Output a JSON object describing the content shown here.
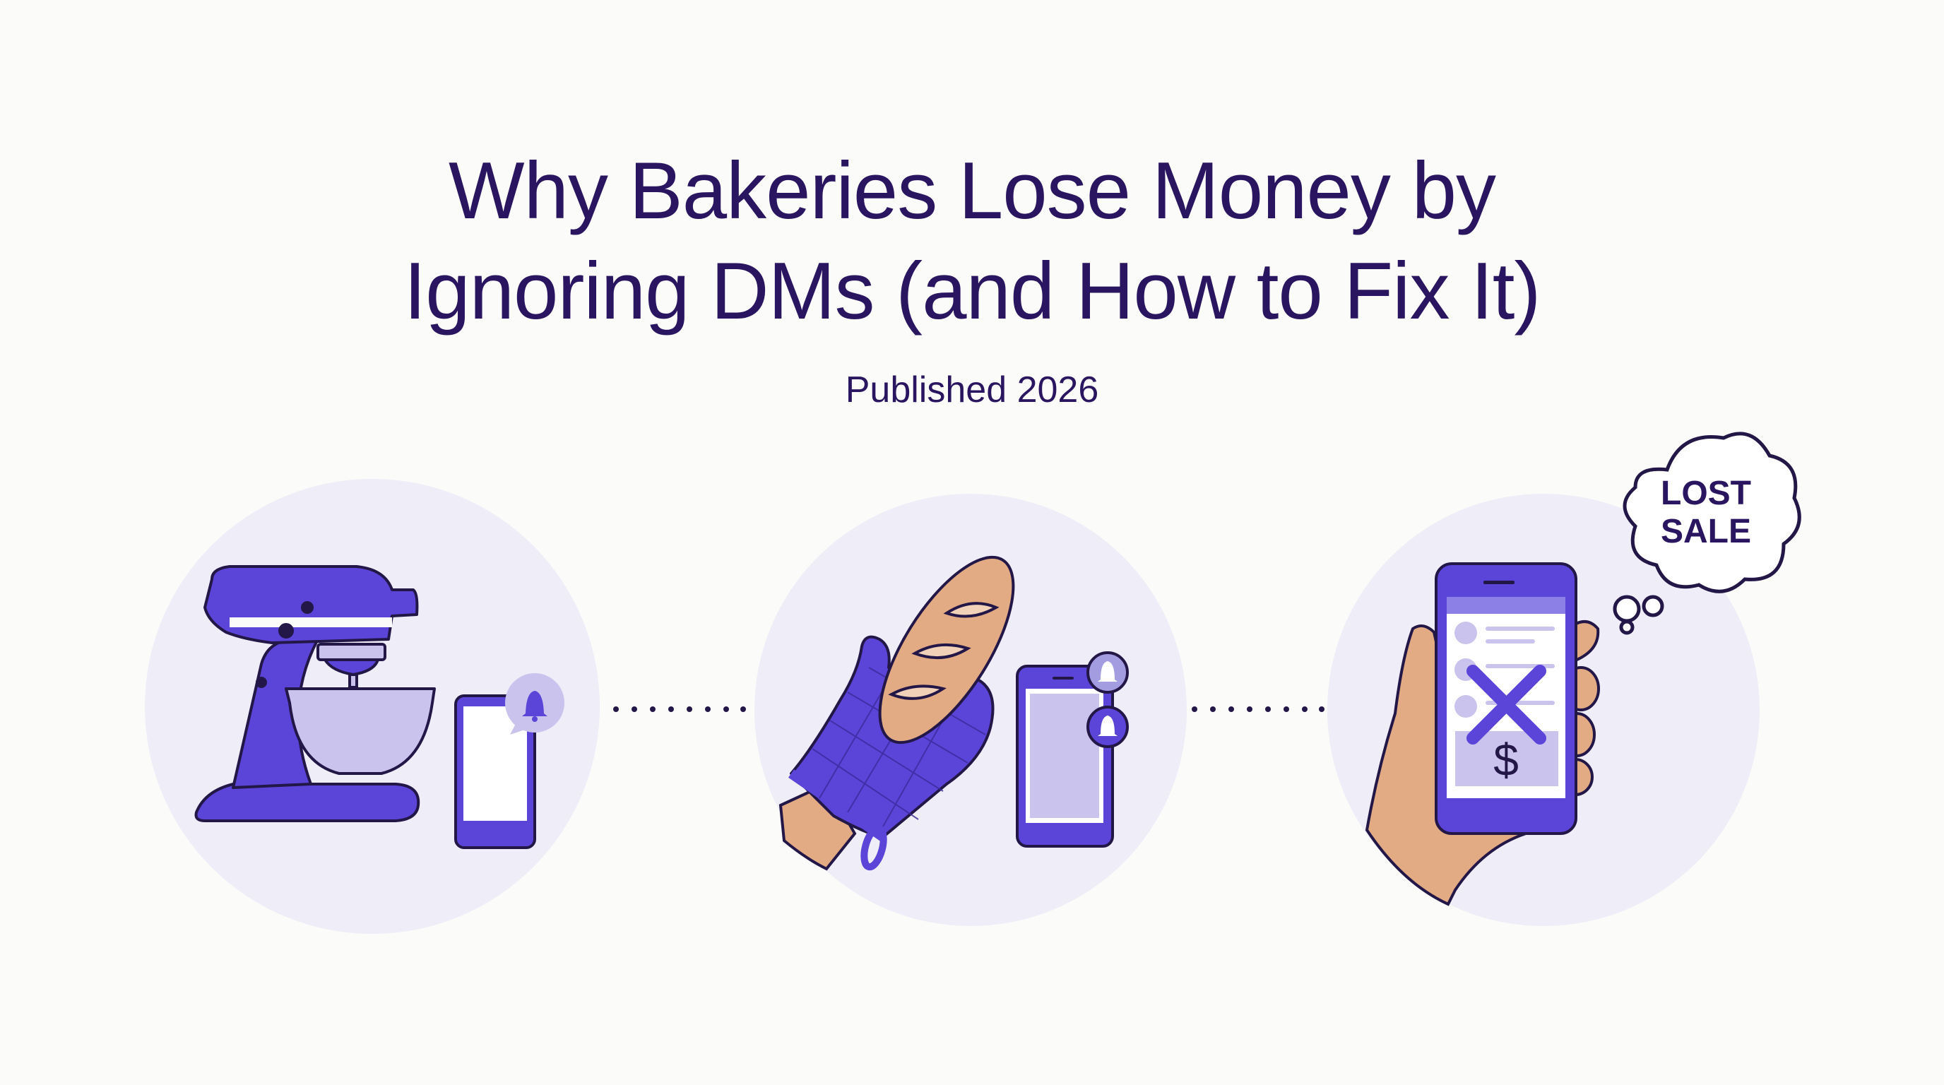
{
  "title": {
    "line1": "Why Bakeries Lose Money by",
    "line2": "Ignoring DMs (and How to Fix It)"
  },
  "subtitle": "Published 2026",
  "illustrations": [
    {
      "name": "stand-mixer-with-phone-notification",
      "icons": [
        "stand-mixer-icon",
        "phone-icon",
        "bell-icon"
      ]
    },
    {
      "name": "oven-mitt-holding-baguette-with-phone",
      "icons": [
        "oven-mitt-icon",
        "baguette-icon",
        "phone-icon",
        "bell-icon",
        "bell-icon"
      ]
    },
    {
      "name": "hand-holding-phone-lost-sale",
      "icons": [
        "hand-icon",
        "phone-icon",
        "x-icon",
        "dollar-icon",
        "thought-cloud-icon"
      ]
    }
  ],
  "thought_bubble": {
    "line1": "LOST",
    "line2": "SALE"
  },
  "colors": {
    "background": "#fbfbf9",
    "text": "#2a1660",
    "accent": "#5b45d9",
    "circle": "#eeedf8",
    "light_purple": "#c9c3ee",
    "skin": "#e2ab83",
    "outline": "#231748"
  }
}
